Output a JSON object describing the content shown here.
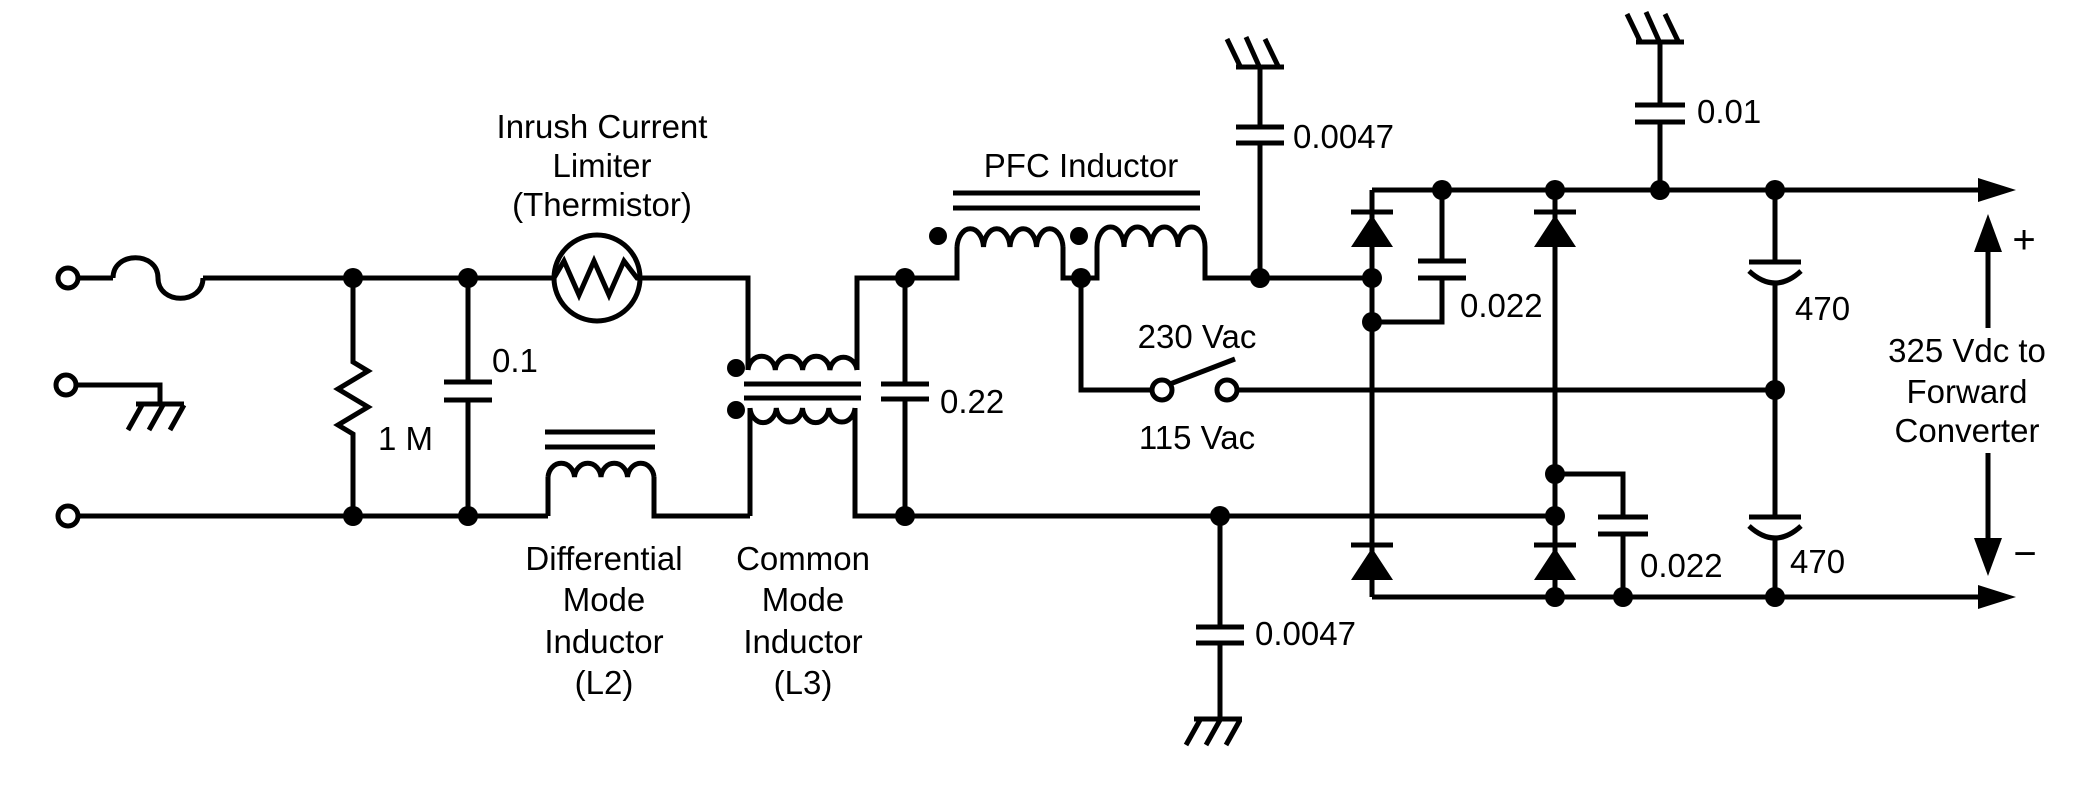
{
  "diagram": {
    "type": "power-supply-input-circuit-schematic",
    "background_color": "#ffffff",
    "line_color": "#000000",
    "labels": {
      "inrush": [
        "Inrush Current",
        "Limiter",
        "(Thermistor)"
      ],
      "pfc_inductor": "PFC Inductor",
      "differential_inductor": [
        "Differential",
        "Mode",
        "Inductor",
        "(L2)"
      ],
      "common_inductor": [
        "Common",
        "Mode",
        "Inductor",
        "(L3)"
      ],
      "switch_position_230": "230 Vac",
      "switch_position_115": "115 Vac",
      "output": [
        "325 Vdc to",
        "Forward",
        "Converter"
      ],
      "output_plus": "+",
      "output_minus": "−"
    },
    "component_values": {
      "bleeder_resistor": "1 M",
      "line_cap": "0.1",
      "x_cap": "0.22",
      "y_cap_top": "0.0047",
      "y_cap_bottom": "0.0047",
      "diode_cap_top": "0.022",
      "diode_cap_bottom": "0.022",
      "output_y_cap": "0.01",
      "bulk_cap_top": "470",
      "bulk_cap_bottom": "470"
    }
  }
}
